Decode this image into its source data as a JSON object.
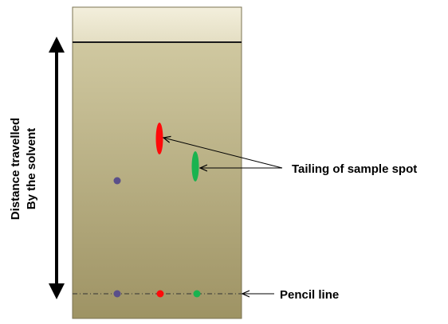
{
  "labels": {
    "tailing": "Tailing of sample spot",
    "pencil_line": "Pencil line",
    "distance_line1": "Distance travelled",
    "distance_line2": "By the solvent"
  },
  "colors": {
    "plate_top": "#d6cfa8",
    "plate_bottom": "#9e9364",
    "plate_border": "#7b7352",
    "spot_purple": "#5a4f8a",
    "spot_red": "#ff0a0a",
    "spot_green": "#19b34f",
    "solvent_front": "#1a1a1a"
  },
  "spots": [
    {
      "name": "purple",
      "color_key": "spot_purple",
      "stage": "origin"
    },
    {
      "name": "red",
      "color_key": "spot_red",
      "stage": "origin"
    },
    {
      "name": "green",
      "color_key": "spot_green",
      "stage": "origin"
    },
    {
      "name": "purple",
      "color_key": "spot_purple",
      "stage": "developed",
      "shape": "round"
    },
    {
      "name": "red",
      "color_key": "spot_red",
      "stage": "developed",
      "shape": "tailing"
    },
    {
      "name": "green",
      "color_key": "spot_green",
      "stage": "developed",
      "shape": "tailing"
    }
  ]
}
